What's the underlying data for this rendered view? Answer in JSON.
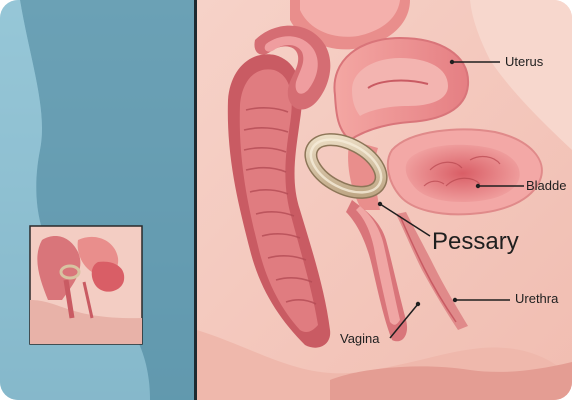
{
  "labels": {
    "uterus": "Uterus",
    "bladder": "Bladde",
    "pessary": "Pessary",
    "urethra": "Urethra",
    "vagina": "Vagina"
  },
  "colors": {
    "silhouette_bg": "#7fb6c8",
    "silhouette_body": "#5f95ab",
    "tissue_light": "#f3c0b6",
    "tissue_pink": "#e98e8c",
    "tissue_dark": "#c95b63",
    "muscle": "#d97277",
    "pessary_ring": "#d8c3a1"
  }
}
